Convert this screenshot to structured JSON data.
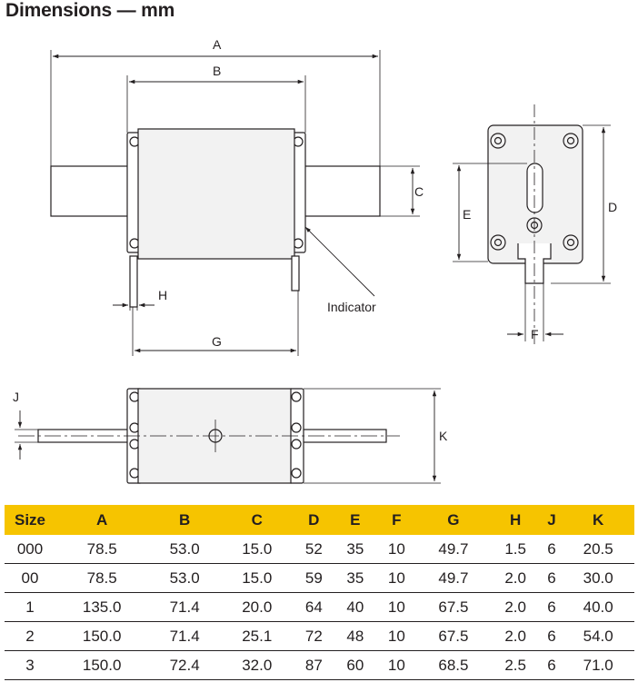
{
  "title": "Dimensions — mm",
  "drawing": {
    "labels": {
      "A": "A",
      "B": "B",
      "C": "C",
      "D": "D",
      "E": "E",
      "F": "F",
      "G": "G",
      "H": "H",
      "J": "J",
      "K": "K",
      "indicator": "Indicator"
    },
    "colors": {
      "line": "#231f20",
      "fuse_body": "#f2f2f2"
    }
  },
  "table": {
    "header_color": "#f6c400",
    "columns": [
      "Size",
      "A",
      "B",
      "C",
      "D",
      "E",
      "F",
      "G",
      "H",
      "J",
      "K"
    ],
    "rows": [
      [
        "000",
        "78.5",
        "53.0",
        "15.0",
        "52",
        "35",
        "10",
        "49.7",
        "1.5",
        "6",
        "20.5"
      ],
      [
        "00",
        "78.5",
        "53.0",
        "15.0",
        "59",
        "35",
        "10",
        "49.7",
        "2.0",
        "6",
        "30.0"
      ],
      [
        "1",
        "135.0",
        "71.4",
        "20.0",
        "64",
        "40",
        "10",
        "67.5",
        "2.0",
        "6",
        "40.0"
      ],
      [
        "2",
        "150.0",
        "71.4",
        "25.1",
        "72",
        "48",
        "10",
        "67.5",
        "2.0",
        "6",
        "54.0"
      ],
      [
        "3",
        "150.0",
        "72.4",
        "32.0",
        "87",
        "60",
        "10",
        "68.5",
        "2.5",
        "6",
        "71.0"
      ]
    ]
  }
}
